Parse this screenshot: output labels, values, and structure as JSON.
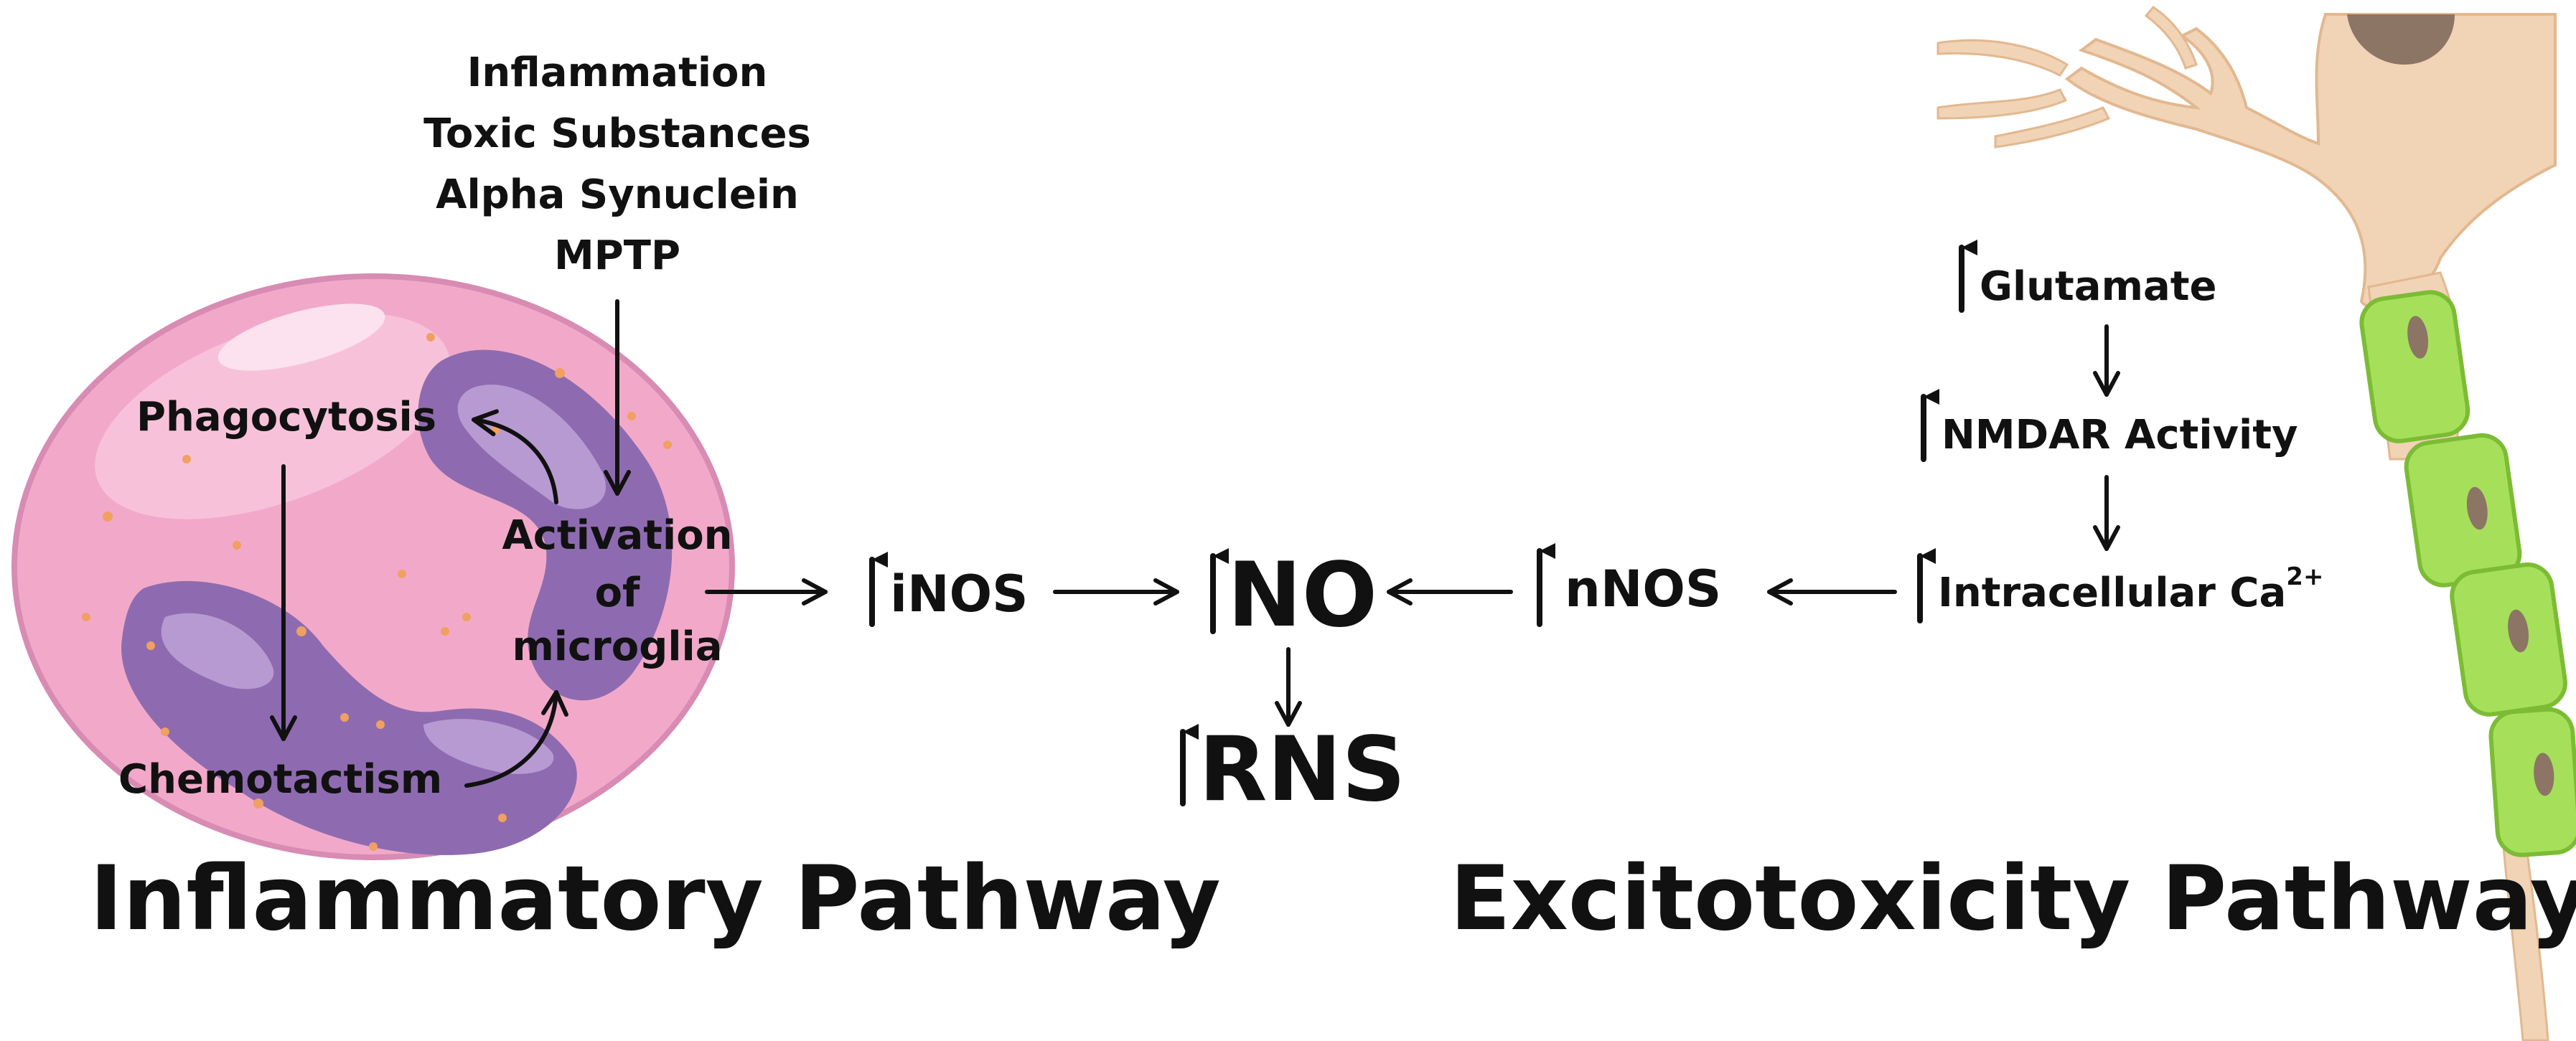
{
  "triggers": [
    "Inflammation",
    "Toxic Substances",
    "Alpha Synuclein",
    "MPTP"
  ],
  "inflammatory": {
    "phagocytosis": "Phagocytosis",
    "chemotactism": "Chemotactism",
    "activation": [
      "Activation",
      "of",
      "microglia"
    ],
    "title": "Inflammatory Pathway"
  },
  "center": {
    "inos": "iNOS",
    "no": "NO",
    "rns": "RNS",
    "nnos": "nNOS"
  },
  "excitotoxicity": {
    "glutamate": "Glutamate",
    "nmdar": "NMDAR Activity",
    "calcium": "Intracellular Ca",
    "calcium_sup": "2+",
    "title": "Excitotoxicity Pathway"
  },
  "colors": {
    "cell_fill": "#f2a9c9",
    "cell_stroke": "#d06fa0",
    "nucleus": "#8e6bb0",
    "nucleus_light": "#b89ad2",
    "neuron_body": "#f1d3b5",
    "myelin": "#a6e05a",
    "myelin_dark": "#7cbc35"
  }
}
